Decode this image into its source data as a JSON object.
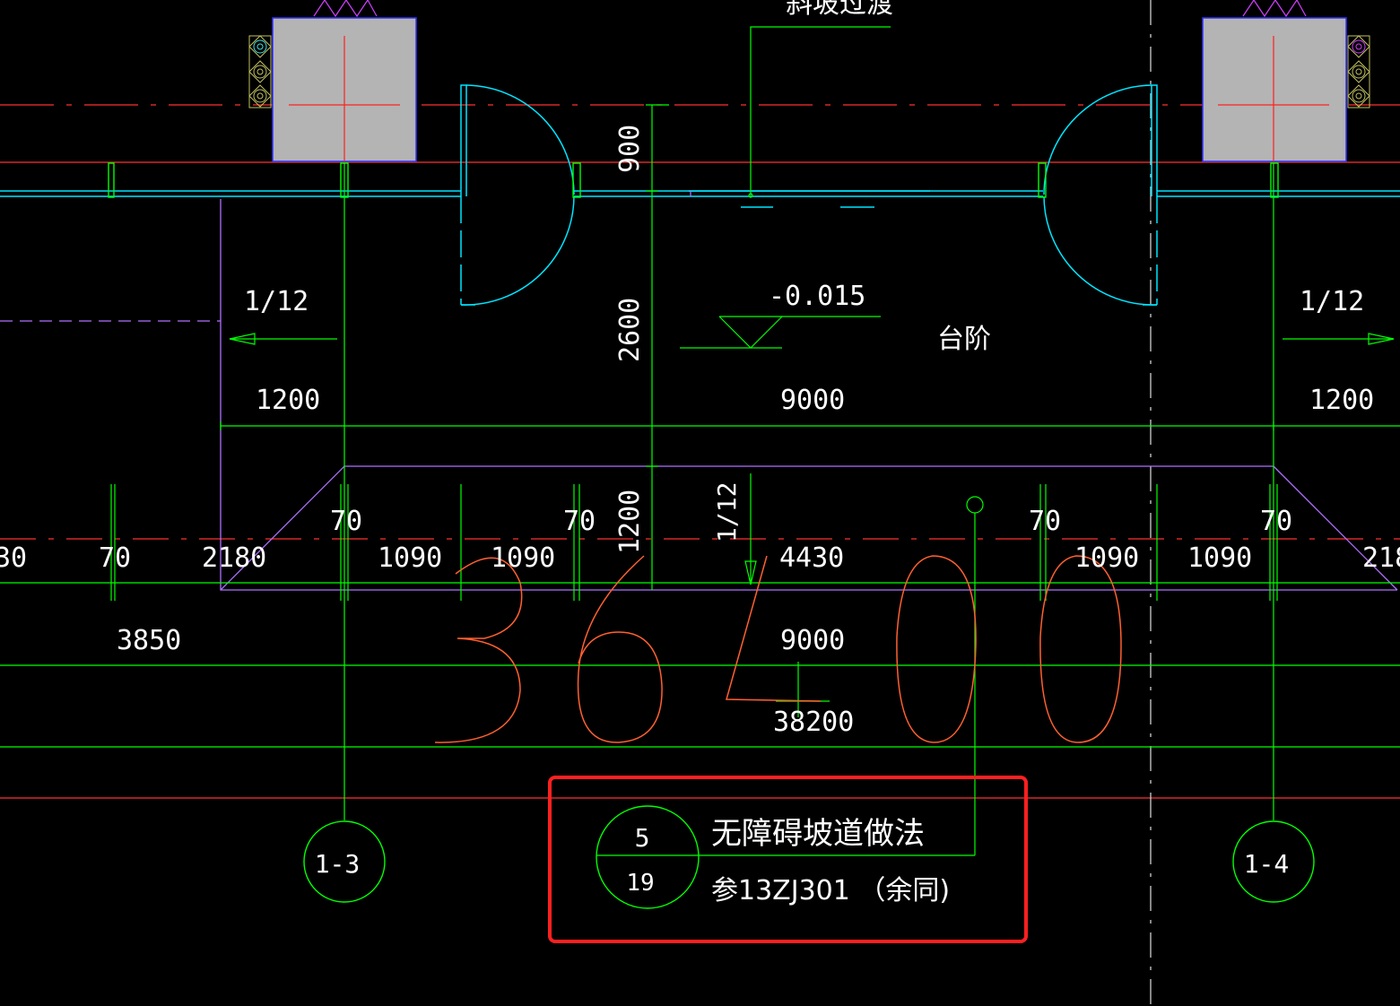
{
  "drawing": {
    "top_label": "斜坡过渡",
    "elevation": "-0.015",
    "area_label": "台阶",
    "slope_left": "1/12",
    "slope_right": "1/12",
    "slope_mid": "1/12",
    "dims": {
      "d900": "900",
      "d2600": "2600",
      "d1200_v": "1200",
      "d1200_left": "1200",
      "d1200_right": "1200",
      "d9000_top": "9000",
      "d9000_bottom": "9000",
      "d3850": "3850",
      "d38200": "38200",
      "d4430": "4430",
      "d2180_left": "2180",
      "d2180_right": "218",
      "d30_left": "30",
      "d70_a": "70",
      "d70_b": "70",
      "d70_c": "70",
      "d70_d": "70",
      "d70_e": "70",
      "d1090_a": "1090",
      "d1090_b": "1090",
      "d1090_c": "1090",
      "d1090_d": "1090"
    },
    "big_number": "36400",
    "axis_left": "1-3",
    "axis_right": "1-4",
    "detail_ref": {
      "number": "5",
      "sheet": "19",
      "title": "无障碍坡道做法",
      "note": "参13ZJ301 （余同)"
    },
    "colors": {
      "background": "#000000",
      "dim_line": "#00ff00",
      "axis_line": "#ff0000",
      "wall_line": "#00ffff",
      "outline": "#b070ff",
      "highlight_box": "#ff2020",
      "big_number": "#ff6030",
      "column_fill": "#b4b4b4"
    }
  }
}
